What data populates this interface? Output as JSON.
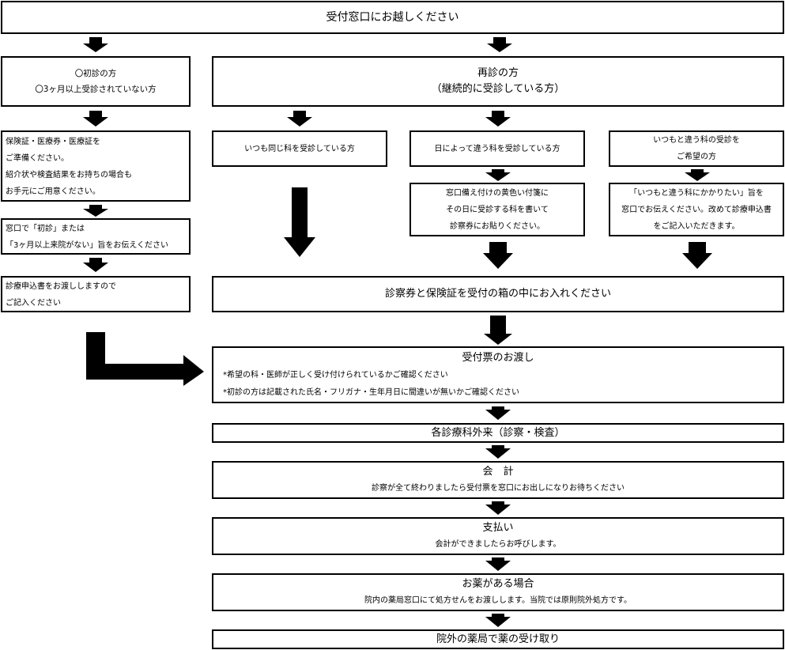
{
  "header": {
    "title": "受付窓口にお越しください"
  },
  "first_visit": {
    "title_lines": [
      "〇初診の方",
      "〇3ヶ月以上受診されていない方"
    ],
    "step1_lines": [
      "保険証・医療券・医療証を",
      "ご準備ください。",
      "紹介状や検査結果をお持ちの場合も",
      "お手元にご用意ください。"
    ],
    "step2_lines": [
      "窓口で「初診」または",
      "「3ヶ月以上来院がない」旨をお伝えください"
    ],
    "step3_lines": [
      "診療申込書をお渡ししますので",
      "ご記入ください"
    ]
  },
  "revisit": {
    "title_lines": [
      "再診の方",
      "（継続的に受診している方）"
    ],
    "same_dept": "いつも同じ科を受診している方",
    "day_dept": {
      "title": "日によって違う科を受診している方",
      "detail_lines": [
        "窓口備え付けの黄色い付箋に",
        "その日に受診する科を書いて",
        "診察券にお貼りください。"
      ]
    },
    "other_dept": {
      "title_lines": [
        "いつもと違う科の受診を",
        "ご希望の方"
      ],
      "detail_lines": [
        "「いつもと違う科にかかりたい」旨を",
        "窓口でお伝えください。改めて診療申込書",
        "をご記入いただきます。"
      ]
    },
    "submit": "診察券と保険証を受付の箱の中にお入れください"
  },
  "flow": {
    "ticket": {
      "title": "受付票のお渡し",
      "notes": [
        "*希望の科・医師が正しく受け付けられているかご確認ください",
        "*初診の方は記載された氏名・フリガナ・生年月日に間違いが無いかご確認ください"
      ]
    },
    "outpatient": "各診療科外来（診察・検査）",
    "accounting": {
      "title": "会　計",
      "note": "診察が全て終わりましたら受付票を窓口にお出しになりお待ちください"
    },
    "payment": {
      "title": "支払い",
      "note": "会計ができましたらお呼びします。"
    },
    "medicine": {
      "title": "お薬がある場合",
      "note": "院内の薬局窓口にて処方せんをお渡しします。当院では原則院外処方です。"
    },
    "pharmacy": "院外の薬局で薬の受け取り"
  }
}
